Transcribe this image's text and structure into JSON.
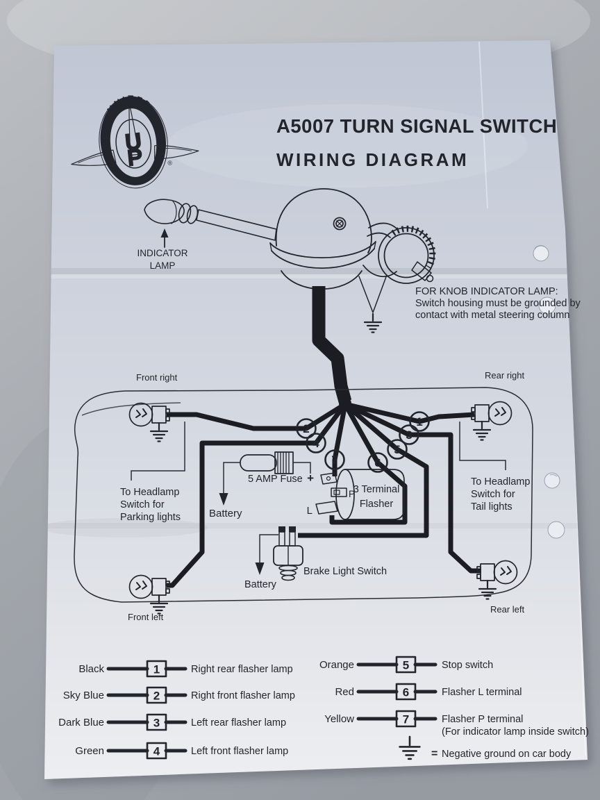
{
  "logo": {
    "arc_top": "UNITED",
    "arc_bottom": "PACIFIC",
    "monogram_u": "U",
    "monogram_p": "P",
    "registered": "®"
  },
  "title": {
    "line1": "A5007 TURN SIGNAL SWITCH",
    "line2": "WIRING DIAGRAM"
  },
  "switch_art": {
    "indicator_line1": "INDICATOR",
    "indicator_line2": "LAMP",
    "note_line1": "FOR KNOB INDICATOR LAMP:",
    "note_line2": "Switch housing must be grounded by",
    "note_line3": "contact with metal steering column"
  },
  "diagram": {
    "labels": {
      "front_right": "Front right",
      "rear_right": "Rear right",
      "front_left": "Front left",
      "rear_left": "Rear left",
      "fuse": "5 AMP Fuse",
      "battery_upper": "Battery",
      "battery_lower": "Battery",
      "brake_switch": "Brake Light Switch",
      "flasher_line1": "3 Terminal",
      "flasher_line2": "Flasher",
      "plus": "+",
      "terminal_p": "P",
      "terminal_l": "L",
      "parking_line1": "To Headlamp",
      "parking_line2": "Switch for",
      "parking_line3": "Parking lights",
      "tail_line1": "To Headlamp",
      "tail_line2": "Switch for",
      "tail_line3": "Tail lights"
    },
    "wire_numbers": [
      "1",
      "2",
      "3",
      "4",
      "5",
      "6",
      "7"
    ]
  },
  "legend": {
    "left": [
      {
        "color": "Black",
        "num": "1",
        "desc": "Right rear flasher lamp"
      },
      {
        "color": "Sky Blue",
        "num": "2",
        "desc": "Right front flasher lamp"
      },
      {
        "color": "Dark Blue",
        "num": "3",
        "desc": "Left rear flasher lamp"
      },
      {
        "color": "Green",
        "num": "4",
        "desc": "Left front flasher lamp"
      }
    ],
    "right": [
      {
        "color": "Orange",
        "num": "5",
        "desc": "Stop switch"
      },
      {
        "color": "Red",
        "num": "6",
        "desc": "Flasher L terminal"
      },
      {
        "color": "Yellow",
        "num": "7",
        "desc": "Flasher P terminal",
        "desc2": "(For indicator lamp inside switch)"
      }
    ],
    "ground_equals": "=",
    "ground_desc": "Negative ground on car body"
  },
  "colors": {
    "ink": "#23252c",
    "paper": "#d6dae2",
    "table": "#a9adb3"
  }
}
